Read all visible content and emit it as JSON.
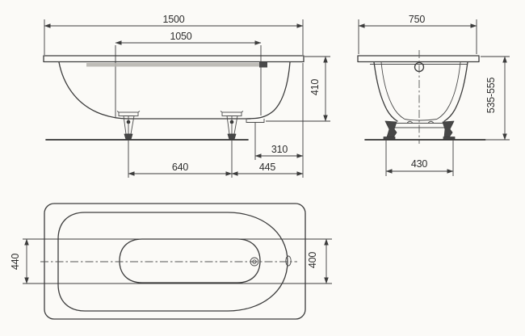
{
  "drawing_type": "bathtub-dimension-diagram",
  "colors": {
    "background": "#fbfaf7",
    "line": "#3c3c3c",
    "text": "#2d2d2d",
    "shade_strip": "#b3b0ab"
  },
  "side_view": {
    "overall_length": "1500",
    "inner_floor_length": "1050",
    "rim_to_floor_depth": "410",
    "drain_to_end": "310",
    "foot_spacing": "640",
    "foot_to_end": "445"
  },
  "end_view": {
    "overall_width": "750",
    "overall_height_range": "535-555",
    "foot_spacing": "430"
  },
  "plan_view": {
    "floor_width_foot_end": "440",
    "floor_width_head_end": "400"
  }
}
